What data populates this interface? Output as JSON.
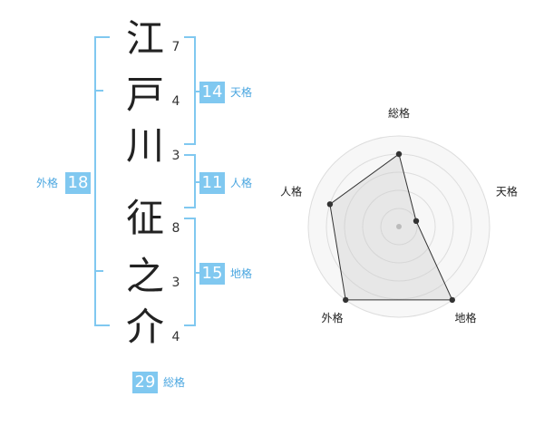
{
  "name": {
    "chars": [
      {
        "char": "江",
        "strokes": "7"
      },
      {
        "char": "戸",
        "strokes": "4"
      },
      {
        "char": "川",
        "strokes": "3"
      },
      {
        "char": "征",
        "strokes": "8"
      },
      {
        "char": "之",
        "strokes": "3"
      },
      {
        "char": "介",
        "strokes": "4"
      }
    ]
  },
  "kaku": {
    "tenkaku": {
      "value": "14",
      "label": "天格"
    },
    "jinkaku": {
      "value": "11",
      "label": "人格"
    },
    "chikaku": {
      "value": "15",
      "label": "地格"
    },
    "gaikaku": {
      "value": "18",
      "label": "外格"
    },
    "soukaku": {
      "value": "29",
      "label": "総格"
    }
  },
  "colors": {
    "accent": "#80c8f0",
    "label": "#4aa6e0"
  },
  "chart_data": {
    "type": "radar",
    "axes": [
      "総格",
      "天格",
      "地格",
      "外格",
      "人格"
    ],
    "values": [
      4,
      1,
      5,
      5,
      4
    ],
    "range": [
      0,
      5
    ]
  }
}
